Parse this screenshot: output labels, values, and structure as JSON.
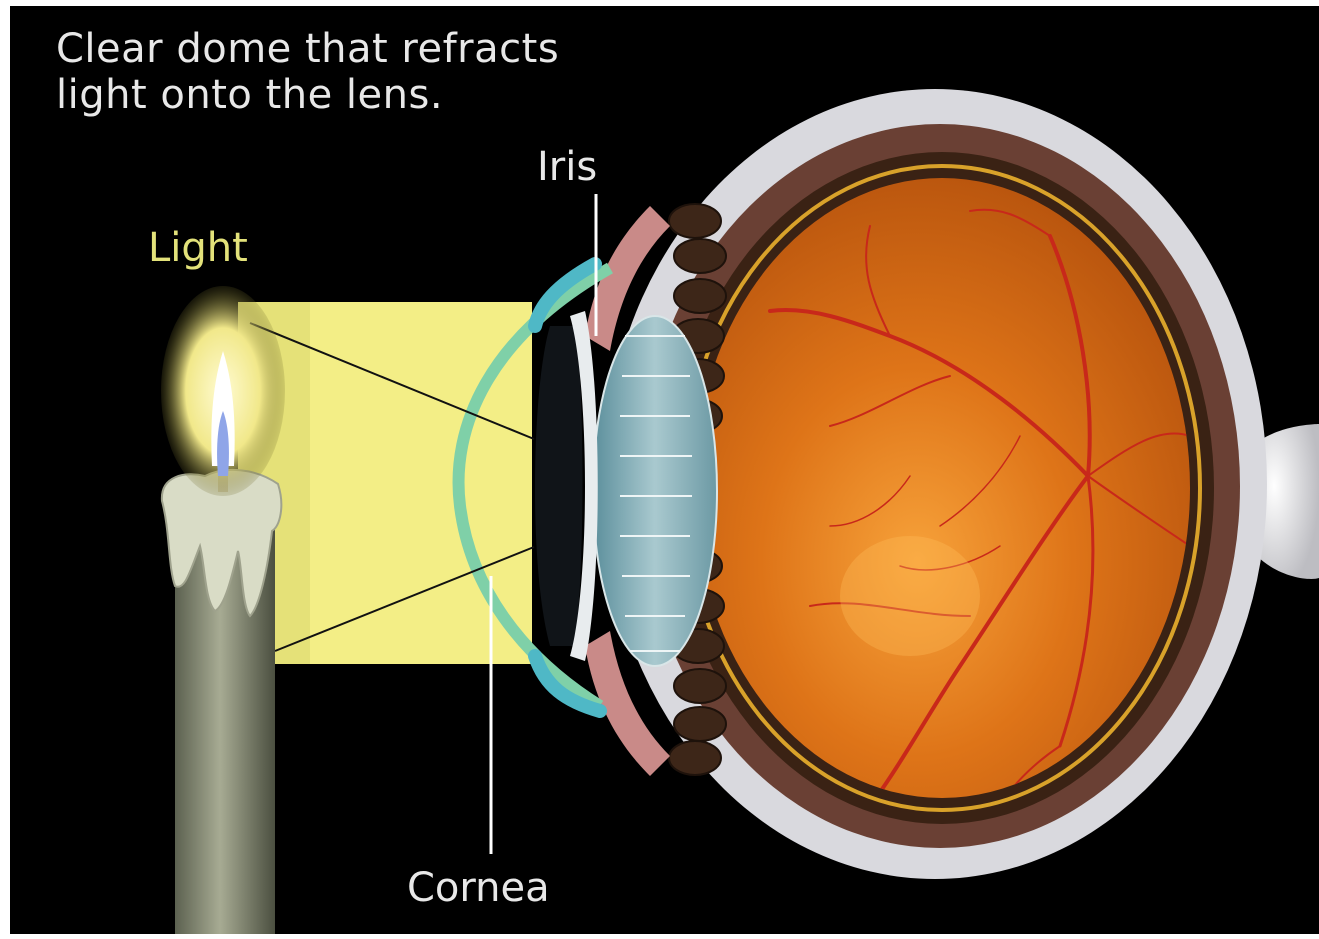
{
  "caption": {
    "line1": "Clear dome that refracts",
    "line2": "light onto the lens."
  },
  "labels": {
    "iris": "Iris",
    "light": "Light",
    "cornea": "Cornea"
  },
  "colors": {
    "background": "#000000",
    "light_beam": "#f3ee86",
    "light_label": "#e3e27a",
    "text": "#e8e8e8",
    "cornea": "#7fd0a8",
    "retina": "#e07a1c",
    "sclera": "#d9d9de",
    "vessels": "#c8281a",
    "lens": "#7fa8b0"
  },
  "icons": [
    "candle-icon",
    "candle-flame-icon",
    "eyeball-icon",
    "optic-nerve-icon"
  ]
}
